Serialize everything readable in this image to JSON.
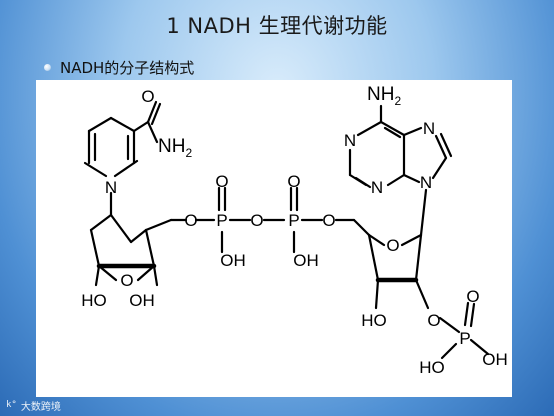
{
  "slide": {
    "title": "1 NADH 生理代谢功能",
    "bullet": "NADH的分子结构式",
    "logo_mark": "k°",
    "logo_text": "大数跨境"
  },
  "structure": {
    "nicotinamide_group": "NH",
    "nicotinamide_subscript": "2",
    "ring_nitrogen": "N",
    "adenine_amine": "NH",
    "adenine_amine_subscript": "2",
    "adenine_n1": "N",
    "adenine_n3": "N",
    "adenine_n7": "N",
    "adenine_n9": "N",
    "ribose1_oxygen": "O",
    "ribose1_hydroxyl_left": "HO",
    "ribose1_hydroxyl_right": "OH",
    "linker_oxygen_1": "O",
    "phosphorus_1": "P",
    "phosphoryl_oxygen_1": "O",
    "phosphate_hydroxyl_1": "OH",
    "bridge_oxygen": "O",
    "phosphorus_2": "P",
    "phosphoryl_oxygen_2": "O",
    "phosphate_hydroxyl_2": "OH",
    "linker_oxygen_2": "O",
    "ribose2_oxygen": "O",
    "ribose2_hydroxyl": "HO",
    "ribose2_ester_oxygen": "O",
    "phosphorus_3": "P",
    "phosphoryl_oxygen_3": "O",
    "phosphate_hydroxyl_3a": "OH",
    "phosphate_hydroxyl_3b": "HO",
    "carbonyl_oxygen": "O"
  }
}
